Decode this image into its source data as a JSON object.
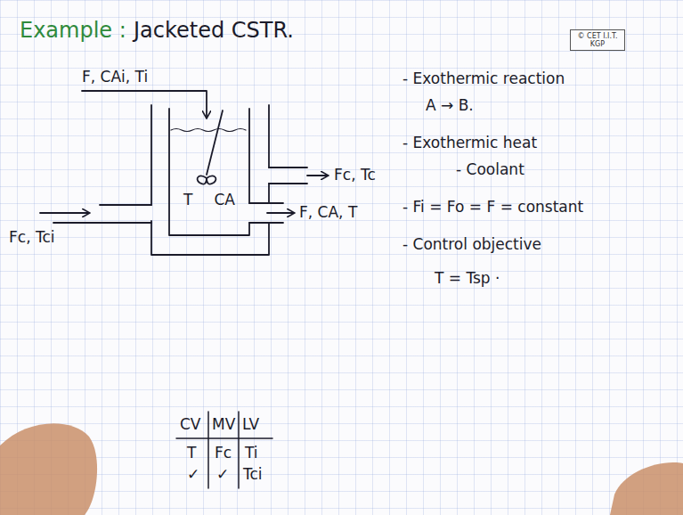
{
  "diagram": {
    "title": "Jacketed CSTR.",
    "nodes": [
      {
        "text": [
          "© CET I.I.T. KGP"
        ]
      },
      {
        "text": [
          "T",
          "CA"
        ]
      }
    ],
    "labels": [
      "Example :",
      "F, CAi, Ti",
      "Fc, Tc",
      "F, CA, T",
      "Fc, Tci",
      "- Exothermic reaction",
      "A → B.",
      "- Exothermic heat",
      "- Coolant",
      "- Fi = Fo = F = constant",
      "- Control objective",
      "T = Tsp ·",
      "CV",
      "MV",
      "LV",
      "T",
      "Fc",
      "Ti",
      "✓",
      "✓",
      "Tci"
    ]
  }
}
